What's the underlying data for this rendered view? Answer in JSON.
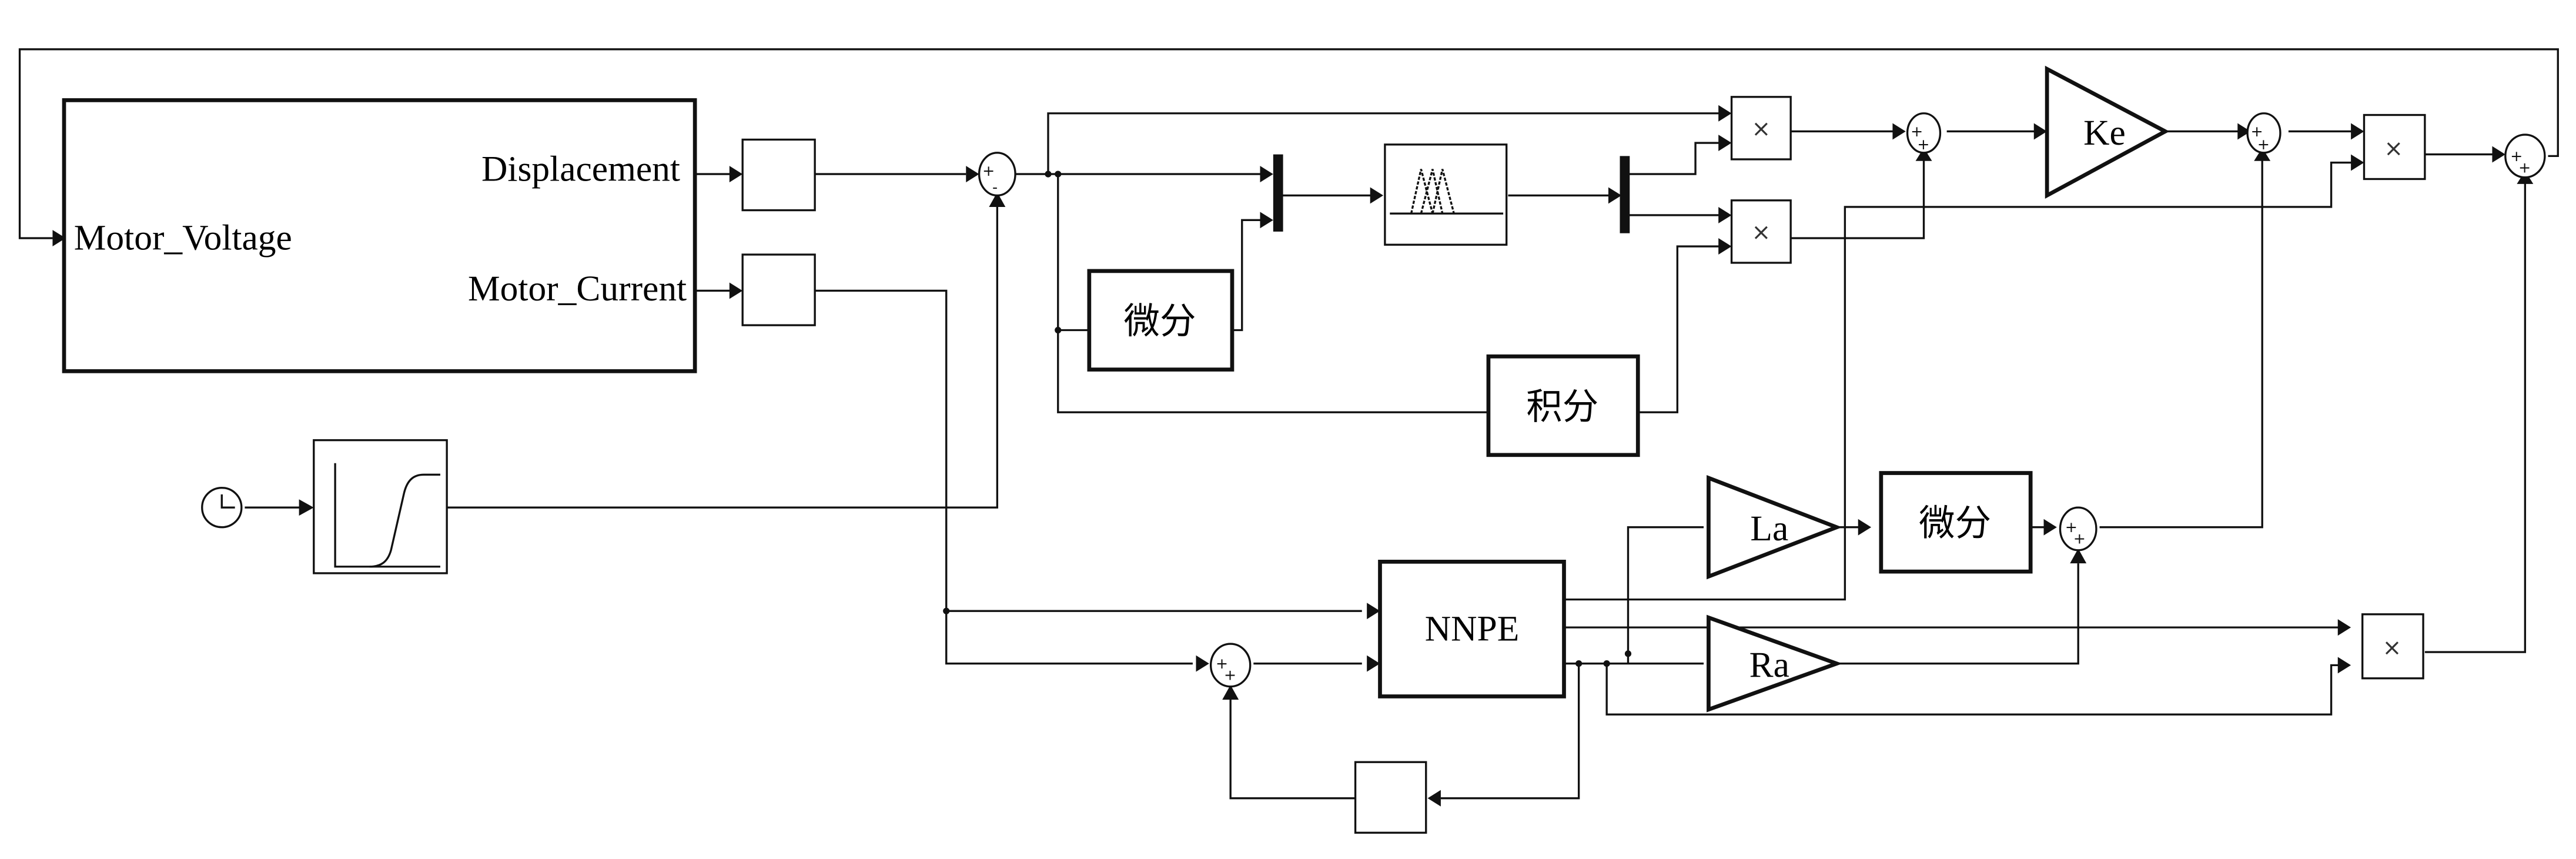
{
  "diagram": {
    "type": "simulink-block-diagram",
    "accent_color": "#000000",
    "background_color": "#ffffff"
  },
  "blocks": {
    "motor": {
      "input_port": "Motor_Voltage",
      "output_ports": [
        "Displacement",
        "Motor_Current"
      ]
    },
    "displacement_scope_box": {
      "label": ""
    },
    "current_box": {
      "label": ""
    },
    "clock": {
      "icon": "clock-icon"
    },
    "reference_signal": {
      "icon": "s-curve-signal-icon"
    },
    "error_sum": {
      "signs": [
        "+",
        "-"
      ]
    },
    "derivative_1": {
      "label": "微分"
    },
    "integral": {
      "label": "积分"
    },
    "mux": {
      "icon": "mux-bar-icon"
    },
    "fuzzy_controller": {
      "icon": "fuzzy-membership-icon"
    },
    "demux": {
      "icon": "demux-bar-icon"
    },
    "product_1": {
      "symbol": "×"
    },
    "product_2": {
      "symbol": "×"
    },
    "sum_pd": {
      "signs": [
        "+",
        "+"
      ]
    },
    "gain_ke": {
      "label": "Ke"
    },
    "sum_ke": {
      "signs": [
        "+",
        "+"
      ]
    },
    "product_3": {
      "symbol": "×"
    },
    "sum_out": {
      "signs": [
        "+",
        "+"
      ]
    },
    "nnpe": {
      "label": "NNPE"
    },
    "sum_nnpe_in": {
      "signs": [
        "+",
        "+"
      ]
    },
    "delay_box": {
      "label": ""
    },
    "gain_la": {
      "label": "La"
    },
    "derivative_2": {
      "label": "微分"
    },
    "sum_lr": {
      "signs": [
        "+",
        "+"
      ]
    },
    "gain_ra": {
      "label": "Ra"
    },
    "product_4": {
      "symbol": "×"
    }
  }
}
